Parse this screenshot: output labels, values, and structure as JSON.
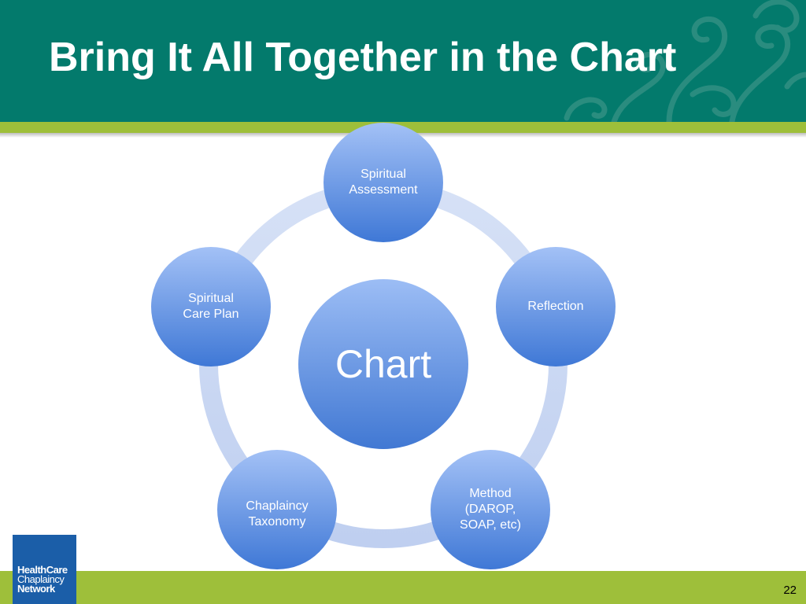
{
  "slide": {
    "title": "Bring It All Together in the Chart",
    "page_number": "22"
  },
  "logo": {
    "line1": "HealthCare",
    "line2": "Chaplaincy",
    "line3": "Network"
  },
  "diagram": {
    "center": "Chart",
    "nodes": [
      {
        "label": "Spiritual\nAssessment"
      },
      {
        "label": "Reflection"
      },
      {
        "label": "Method\n(DAROP,\nSOAP, etc)"
      },
      {
        "label": "Chaplaincy\nTaxonomy"
      },
      {
        "label": "Spiritual\nCare Plan"
      }
    ]
  },
  "colors": {
    "header": "#037a6c",
    "band": "#9ebf3a",
    "node_light": "#9dbcf4",
    "node_dark": "#3d76d4",
    "ring": "#c8d6f2",
    "logo": "#1b5ea8"
  }
}
